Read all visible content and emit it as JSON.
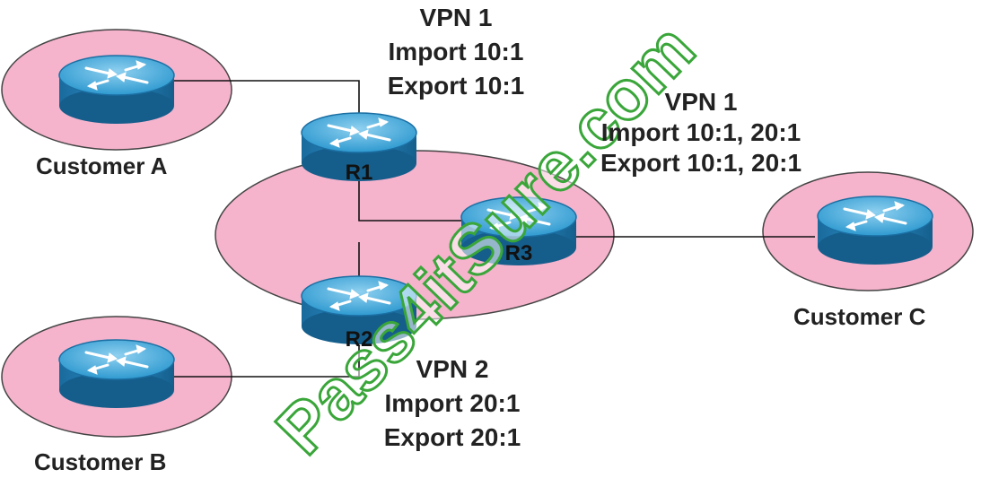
{
  "customers": {
    "a": "Customer A",
    "b": "Customer B",
    "c": "Customer C"
  },
  "routers": {
    "r1": "R1",
    "r2": "R2",
    "r3": "R3"
  },
  "vpn_r1": {
    "name": "VPN 1",
    "import": "Import 10:1",
    "export": "Export 10:1"
  },
  "vpn_r3": {
    "name": "VPN 1",
    "import": "Import 10:1, 20:1",
    "export": "Export 10:1, 20:1"
  },
  "vpn_r2": {
    "name": "VPN 2",
    "import": "Import 20:1",
    "export": "Export 20:1"
  },
  "watermark": "Pass4itSure.com",
  "colors": {
    "site_fill": "#f5b3cc",
    "router_top": "#2f9ad0",
    "router_body": "#1b72a8",
    "link": "#111111",
    "watermark": "#3aa63a"
  }
}
